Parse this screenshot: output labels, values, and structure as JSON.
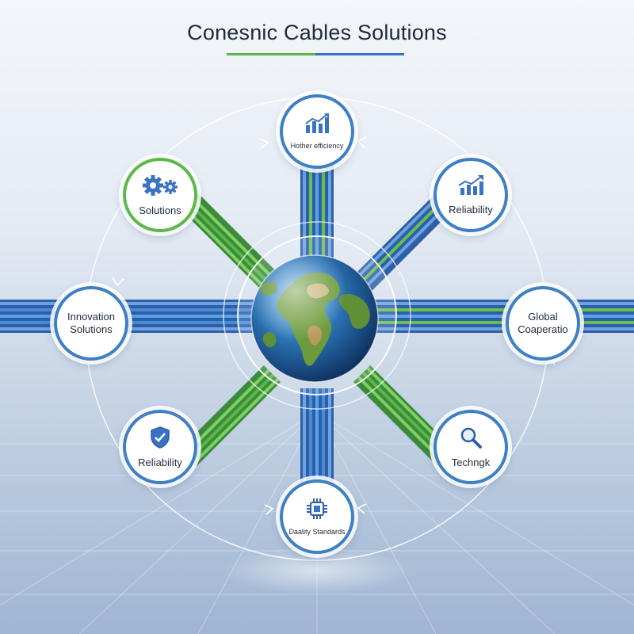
{
  "title": "Conesnic Cables Solutions",
  "colors": {
    "green": "#5cb848",
    "blue": "#3a72c4",
    "navy": "#1f2a3a"
  },
  "nodes": {
    "top": {
      "label": "Hother efficiency",
      "icon": "bar-chart-icon"
    },
    "top_right": {
      "label": "Reliability",
      "icon": "growth-chart-icon"
    },
    "right": {
      "label_line1": "Global",
      "label_line2": "Coaperatio"
    },
    "bottom_right": {
      "label": "Techngk",
      "icon": "magnifier-icon"
    },
    "bottom": {
      "label": "Daality Standards",
      "icon": "chip-icon"
    },
    "bottom_left": {
      "label": "Reliability",
      "icon": "shield-check-icon"
    },
    "left": {
      "label_line1": "Innovation",
      "label_line2": "Solutions"
    },
    "top_left": {
      "label": "Solutions",
      "icon": "gears-icon"
    }
  },
  "center": {
    "icon": "globe-icon"
  }
}
